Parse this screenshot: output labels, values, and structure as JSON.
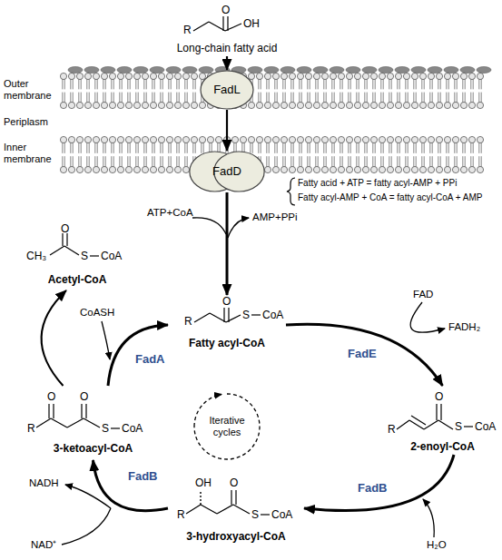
{
  "diagram": {
    "nodes": [
      {
        "text": [
          "R",
          "O",
          "OH",
          "Long-chain fatty acid"
        ]
      },
      {
        "text": [
          "FadL"
        ]
      },
      {
        "text": [
          "FadD"
        ]
      },
      {
        "text": [
          "R",
          "O",
          "S",
          "CoA",
          "Fatty acyl-CoA"
        ]
      },
      {
        "text": [
          "R",
          "O",
          "S",
          "CoA",
          "2-enoyl-CoA"
        ]
      },
      {
        "text": [
          "R",
          "OH",
          "O",
          "S",
          "CoA",
          "3-hydroxyacyl-CoA"
        ]
      },
      {
        "text": [
          "R",
          "O",
          "O",
          "S",
          "CoA",
          "3-ketoacyl-CoA"
        ]
      },
      {
        "text": [
          "CH₃",
          "O",
          "S",
          "CoA",
          "Acetyl-CoA"
        ]
      }
    ],
    "edges": [
      {
        "from": 0,
        "to": 1,
        "arrow": "to"
      },
      {
        "from": 1,
        "to": 2,
        "arrow": "to"
      },
      {
        "from": 2,
        "to": 3,
        "arrow": "to"
      },
      {
        "from": 3,
        "to": 4,
        "label": "FadE",
        "arrow": "to"
      },
      {
        "from": 4,
        "to": 5,
        "label": "FadB",
        "arrow": "to"
      },
      {
        "from": 5,
        "to": 6,
        "label": "FadB",
        "arrow": "to"
      },
      {
        "from": 6,
        "to": 3,
        "label": "FadA",
        "arrow": "to"
      },
      {
        "from": 6,
        "to": 7,
        "arrow": "to"
      }
    ],
    "labels": [
      "Outer membrane",
      "Periplasm",
      "Inner membrane",
      "Fatty acid + ATP = fatty acyl-AMP + PPi",
      "Fatty acyl-AMP + CoA = fatty acyl-CoA + AMP",
      "ATP+CoA",
      "AMP+PPi",
      "FAD",
      "FADH₂",
      "H₂O",
      "NAD⁺",
      "NADH",
      "CoASH",
      "Iterative cycles"
    ]
  }
}
